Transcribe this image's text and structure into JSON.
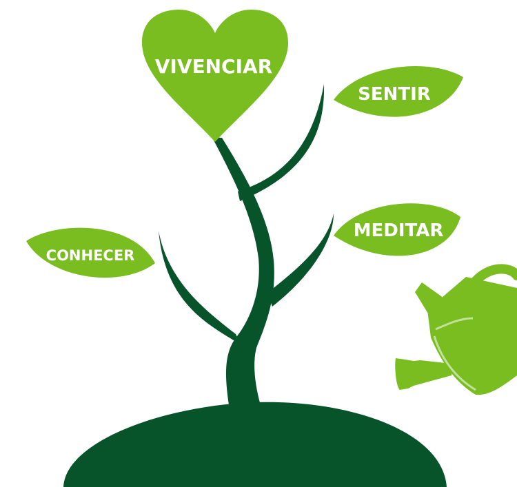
{
  "colors": {
    "leaf_green": "#79bd20",
    "stem_dark_green": "#07532a",
    "label_text": "#ffffff",
    "background": "#ffffff"
  },
  "labels": {
    "heart": "VIVENCIAR",
    "leaf_top_right": "SENTIR",
    "leaf_mid_right": "MEDITAR",
    "leaf_left": "CONHECER"
  },
  "icons": {
    "watering_can": "watering-can-icon"
  }
}
